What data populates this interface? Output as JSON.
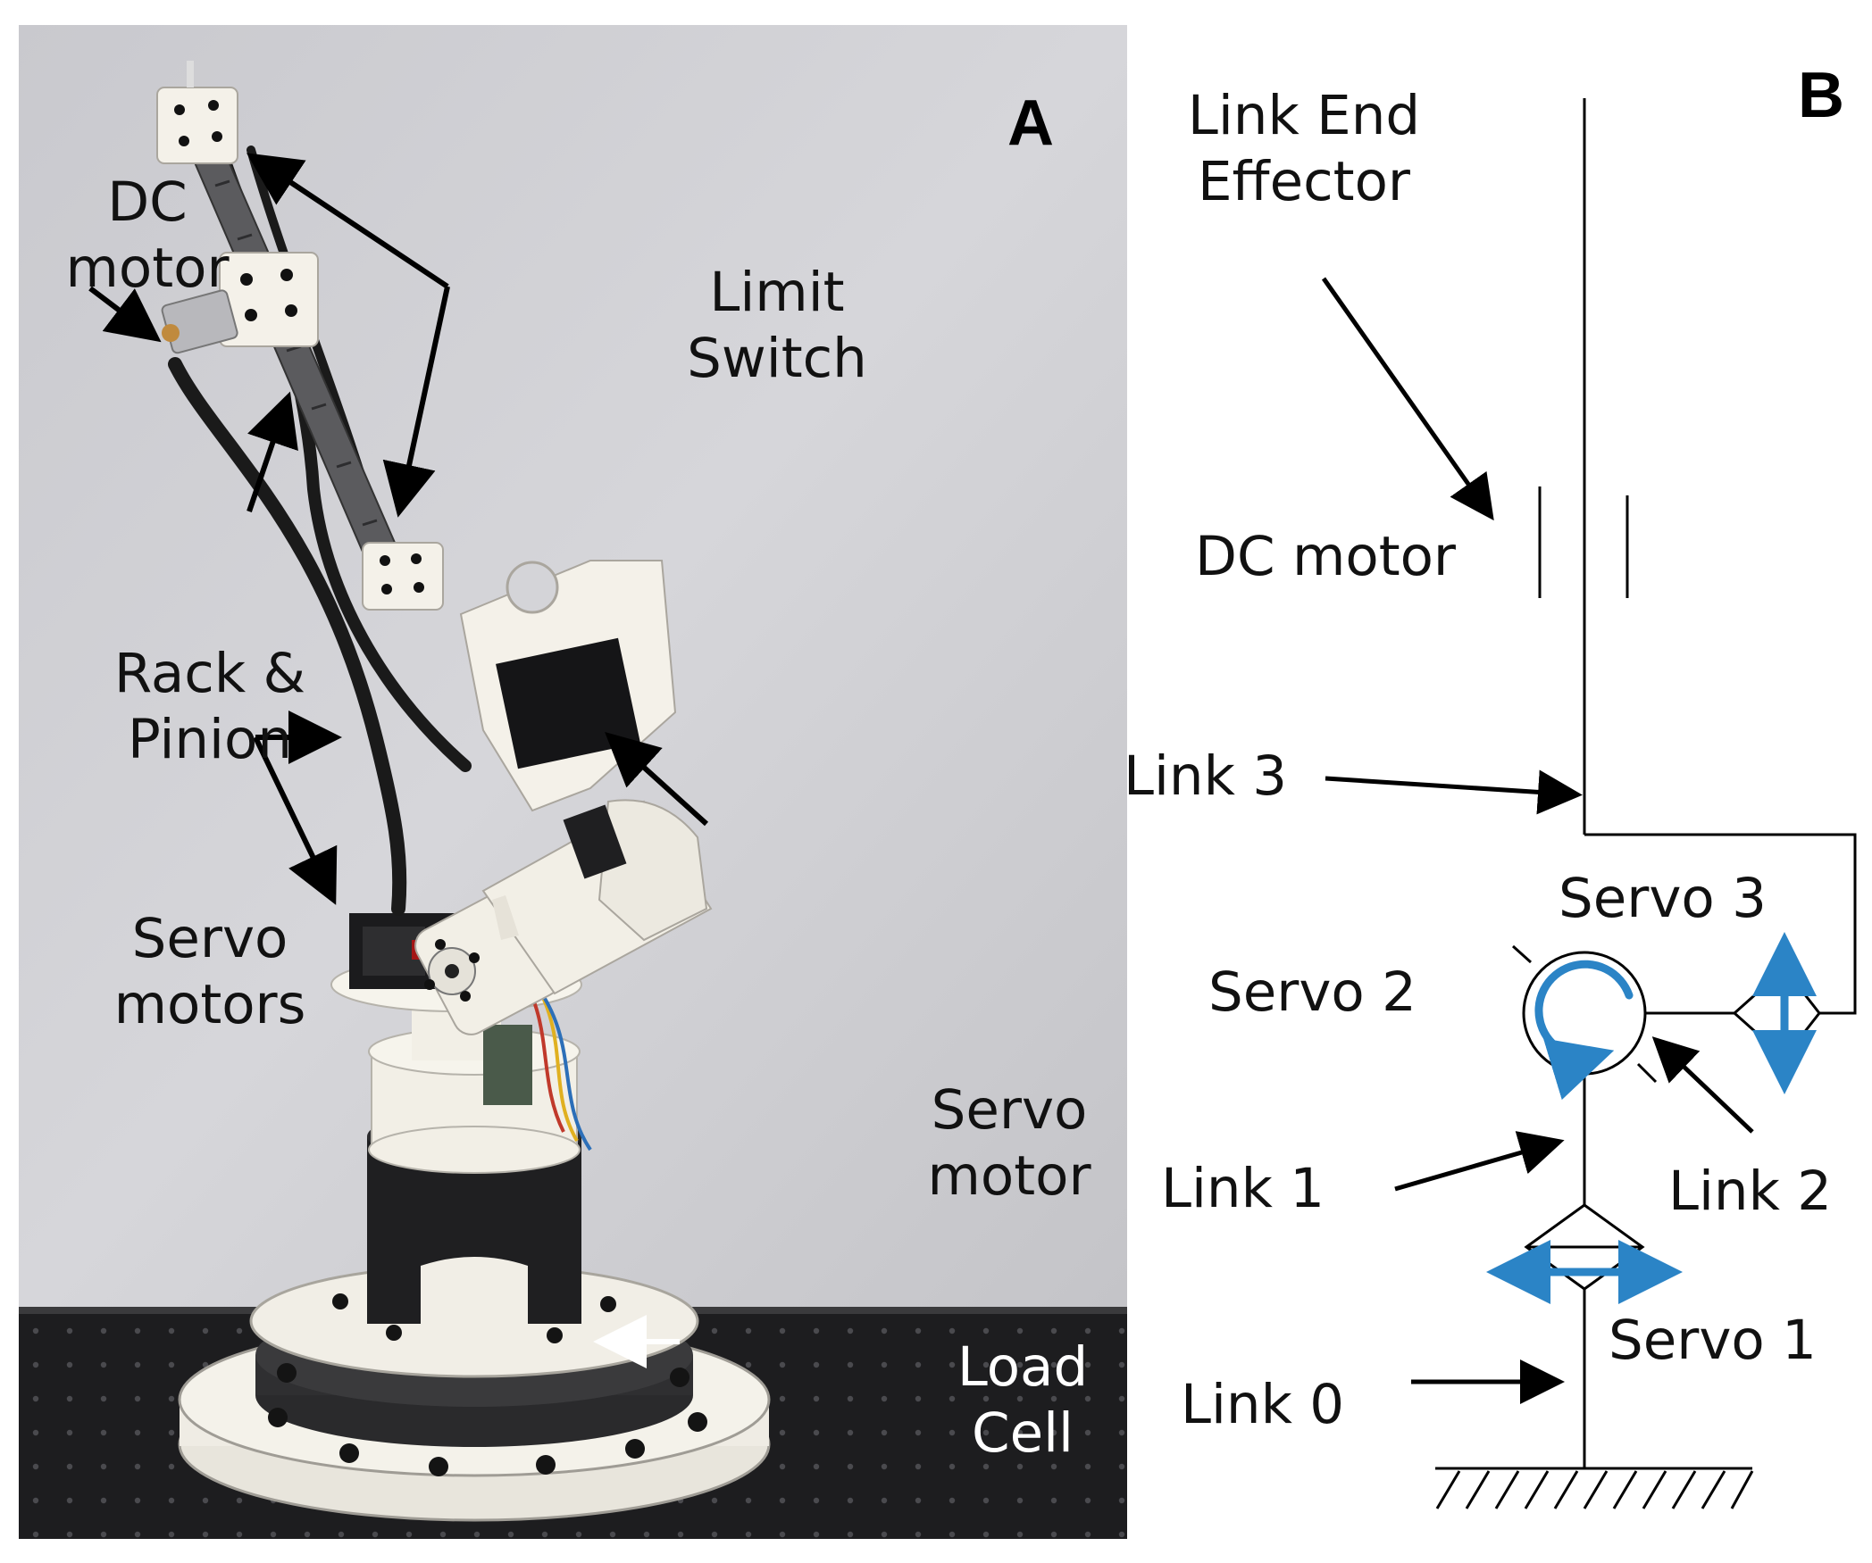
{
  "panel_a": {
    "letter": "A",
    "labels": {
      "dc_motor": [
        "DC",
        "motor"
      ],
      "limit_switch": [
        "Limit",
        "Switch"
      ],
      "rack_pinion": [
        "Rack &",
        "Pinion"
      ],
      "servo_motors": [
        "Servo",
        "motors"
      ],
      "servo_motor": [
        "Servo",
        "motor"
      ],
      "load_cell": [
        "Load",
        "Cell"
      ]
    }
  },
  "panel_b": {
    "letter": "B",
    "labels": {
      "link_end_effector": [
        "Link End",
        "Effector"
      ],
      "dc_motor": "DC motor",
      "link_3": "Link 3",
      "servo_3": "Servo 3",
      "servo_2": "Servo 2",
      "link_1": "Link 1",
      "link_2": "Link 2",
      "servo_1": "Servo 1",
      "link_0": "Link 0"
    },
    "accent_color": "#2b84c6"
  },
  "colors": {
    "wall": "#cfcfd3",
    "table": "#1d1d1f",
    "printed_part": "#f2efe6",
    "arrow_a": "#000000",
    "arrow_load_cell": "#ffffff"
  }
}
